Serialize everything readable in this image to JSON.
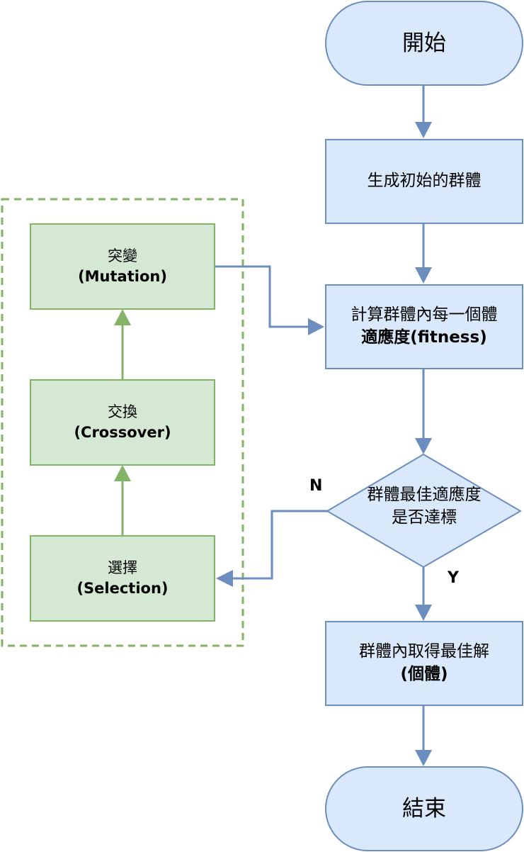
{
  "nodes": {
    "start": "開始",
    "generate": "生成初始的群體",
    "fitness": [
      "計算群體內每一個體",
      "適應度(fitness)"
    ],
    "decision": [
      "群體最佳適應度",
      "是否達標"
    ],
    "best": [
      "群體內取得最佳解",
      "(個體)"
    ],
    "end": "結束",
    "mutation": [
      "突變",
      "(Mutation)"
    ],
    "crossover": [
      "交換",
      "(Crossover)"
    ],
    "selection": [
      "選擇",
      "(Selection)"
    ]
  },
  "edges": {
    "no": "N",
    "yes": "Y"
  },
  "colors": {
    "blue_fill": "#dae8fc",
    "blue_stroke": "#6c8ebf",
    "green_fill": "#d5e8d4",
    "green_stroke": "#82b366"
  }
}
